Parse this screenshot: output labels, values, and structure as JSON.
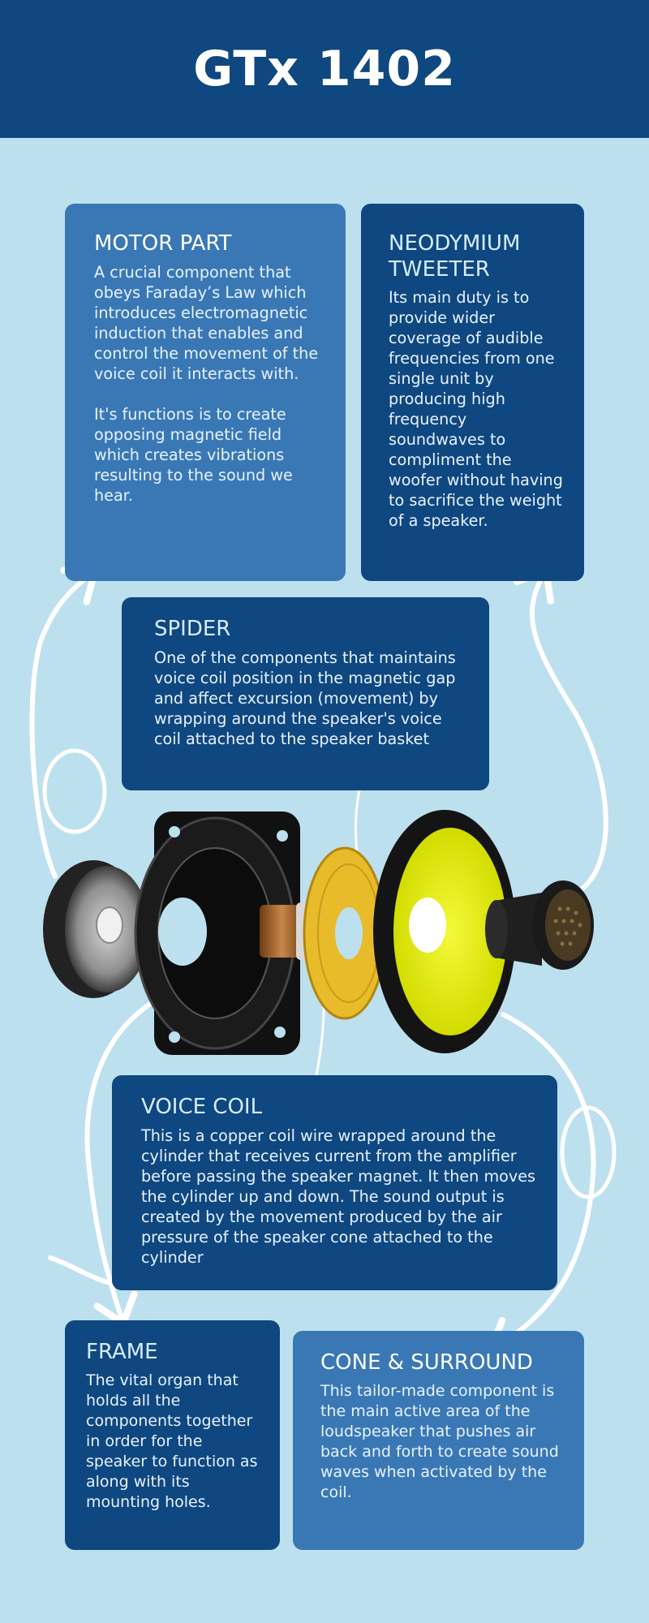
{
  "title": "GTx 1402",
  "sections": {
    "motor": {
      "heading": "MOTOR PART",
      "body": "A crucial component that obeys Faraday’s Law which introduces electromagnetic induction that enables and control the movement of the voice coil it interacts with.\n\nIt's functions is to create opposing magnetic field which creates vibrations resulting to the sound we hear."
    },
    "tweeter": {
      "heading": "NEODYMIUM TWEETER",
      "body": "Its main duty is to provide wider coverage of audible frequencies from one single unit by producing high frequency soundwaves to compliment the woofer without having to sacrifice the weight of a speaker."
    },
    "spider": {
      "heading": "SPIDER",
      "body": "One of the components that maintains voice coil position in the magnetic gap and affect excursion (movement) by wrapping around the speaker's voice coil attached to the speaker basket"
    },
    "voice_coil": {
      "heading": "VOICE COIL",
      "body": "This is a copper coil wire wrapped around the cylinder that receives current from the amplifier before passing the speaker magnet. It then moves the cylinder up and down. The sound output is created by the movement produced by the air pressure of the speaker cone attached to the cylinder"
    },
    "frame": {
      "heading": "FRAME",
      "body": "The vital organ that holds all the components together in order for the speaker to function as along with its mounting holes."
    },
    "cone": {
      "heading": "CONE & SURROUND",
      "body": "This tailor-made component is the main active area of the loudspeaker that pushes air back and forth to create sound waves when activated by the coil."
    }
  },
  "colors": {
    "background": "#bde0ef",
    "header": "#0f4780",
    "card_mid": "#3a78b5",
    "card_dark": "#0f4780",
    "cone_yellow": "#e6ee10",
    "spider_yellow": "#e8bb2a"
  }
}
